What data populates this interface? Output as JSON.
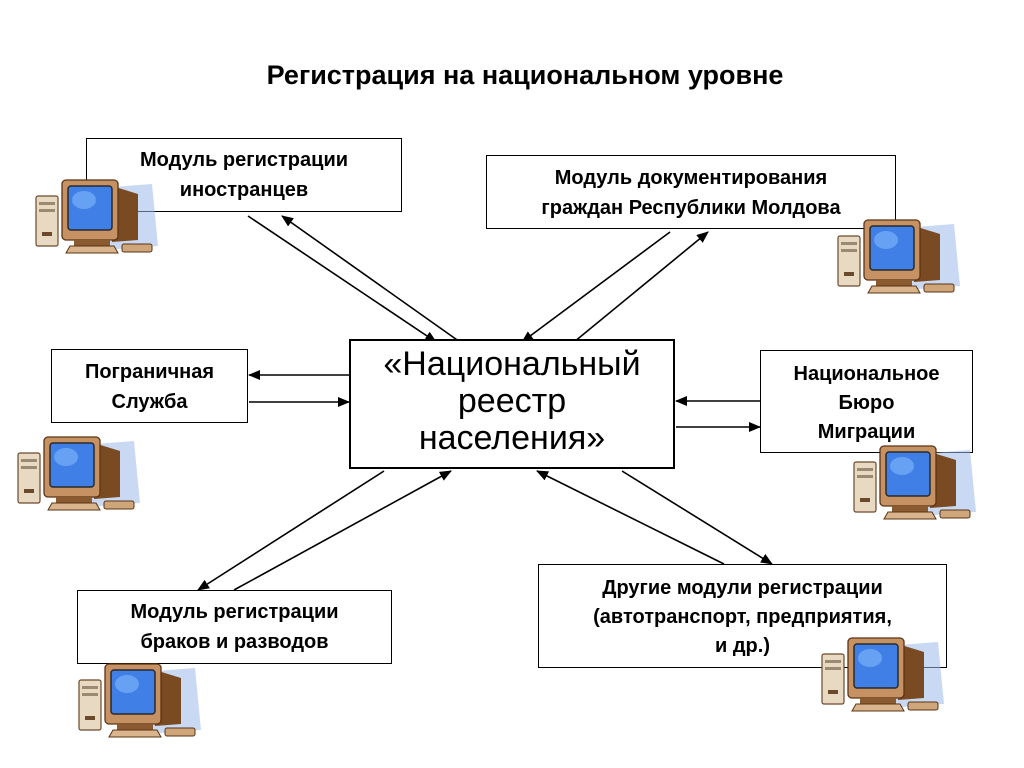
{
  "title": "Регистрация на национальном уровне",
  "center": {
    "lines": [
      "«Национальный",
      "реестр",
      "населения»"
    ]
  },
  "modules": {
    "foreigners": {
      "lines": [
        "Модуль регистрации",
        "иностранцев"
      ]
    },
    "citizens": {
      "lines": [
        "Модуль документирования",
        "граждан Республики Молдова"
      ]
    },
    "border": {
      "lines": [
        "Пограничная",
        "Служба"
      ]
    },
    "migration": {
      "lines": [
        "Национальное",
        "Бюро",
        "Миграции"
      ]
    },
    "marriages": {
      "lines": [
        "Модуль регистрации",
        "браков и разводов"
      ]
    },
    "other": {
      "lines": [
        "Другие модули регистрации",
        "(автотранспорт, предприятия,",
        "и др.)"
      ]
    }
  },
  "icons": {
    "computer": "desktop-computer-icon"
  },
  "colors": {
    "screen": "#3f7fe6",
    "screen_glow": "#8fc3ff",
    "monitor_body": "#c79263",
    "monitor_dark": "#7a4a22",
    "shadow": "#9db9ea",
    "line": "#000000"
  }
}
